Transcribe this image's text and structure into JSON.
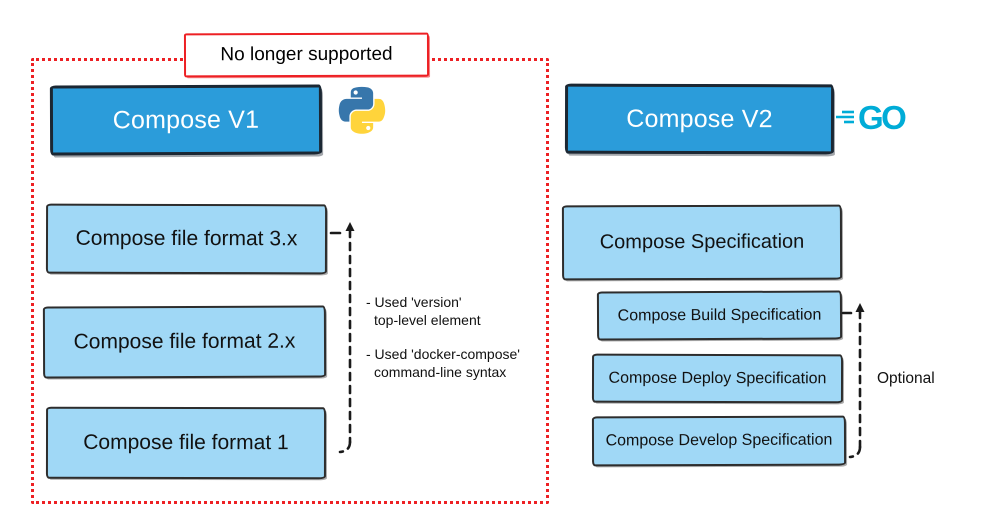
{
  "banner": {
    "label": "No longer supported"
  },
  "left_column": {
    "header": {
      "label": "Compose V1",
      "language_icon": "python-logo"
    },
    "boxes": [
      {
        "label": "Compose file format 3.x"
      },
      {
        "label": "Compose file format 2.x"
      },
      {
        "label": "Compose file format 1"
      }
    ],
    "annotations": [
      {
        "line1": "- Used 'version'",
        "line2": "top-level element"
      },
      {
        "line1": "- Used 'docker-compose'",
        "line2": "command-line syntax"
      }
    ]
  },
  "right_column": {
    "header": {
      "label": "Compose V2",
      "language_icon": "go-logo",
      "go_text": "GO"
    },
    "spec_box": {
      "label": "Compose Specification"
    },
    "sub_boxes": [
      {
        "label": "Compose Build Specification"
      },
      {
        "label": "Compose Deploy Specification"
      },
      {
        "label": "Compose Develop Specification"
      }
    ],
    "bracket_label": "Optional"
  },
  "colors": {
    "header_blue": "#2B9CDA",
    "light_blue": "#A0D8F6",
    "deprecated_red": "#ED2024",
    "go_teal": "#00ACD7",
    "python_blue": "#3776AB",
    "python_yellow": "#FFD43B",
    "ink": "#1A1A1A"
  }
}
